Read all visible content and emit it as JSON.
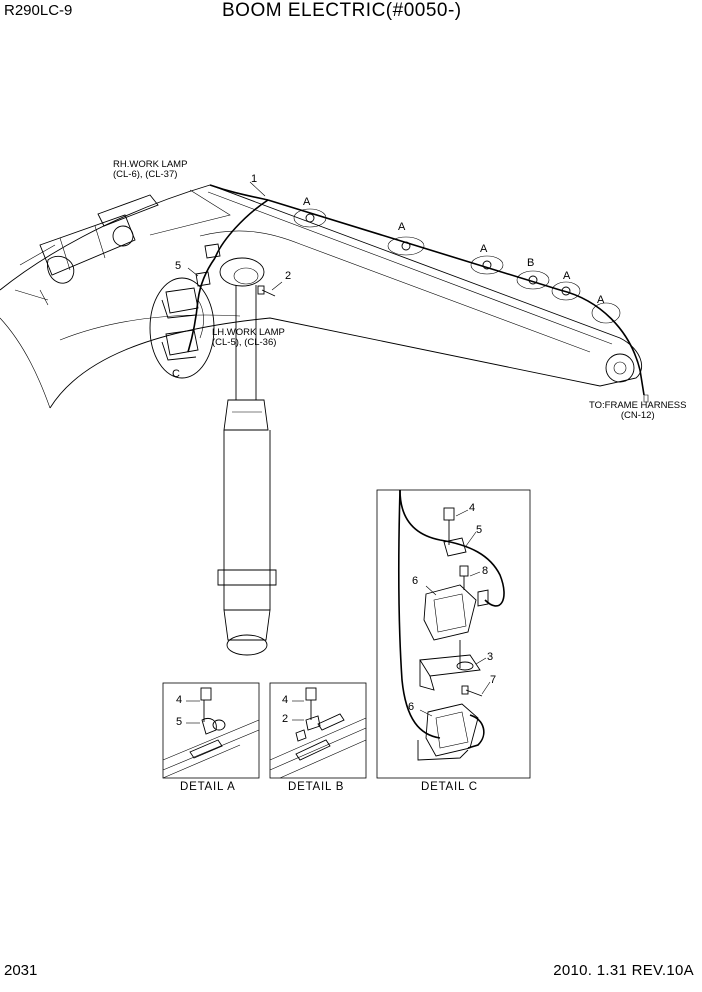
{
  "header": {
    "model": "R290LC-9",
    "title": "BOOM ELECTRIC(#0050-)"
  },
  "footer": {
    "page_number": "2031",
    "date_revision": "2010. 1.31  REV.10A"
  },
  "callouts": {
    "rh_work_lamp_line1": "RH.WORK LAMP",
    "rh_work_lamp_line2": "(CL-6), (CL-37)",
    "lh_work_lamp_line1": "LH.WORK LAMP",
    "lh_work_lamp_line2": "(CL-5), (CL-36)",
    "to_frame_line1": "TO:FRAME HARNESS",
    "to_frame_line2": "(CN-12)"
  },
  "part_numbers": {
    "p1": "1",
    "p2": "2",
    "p3": "3",
    "p4": "4",
    "p5": "5",
    "p6": "6",
    "p7": "7",
    "p8": "8"
  },
  "detail_markers": {
    "a": "A",
    "b": "B",
    "c": "C"
  },
  "details": {
    "a": "DETAIL  A",
    "b": "DETAIL  B",
    "c": "DETAIL  C"
  }
}
